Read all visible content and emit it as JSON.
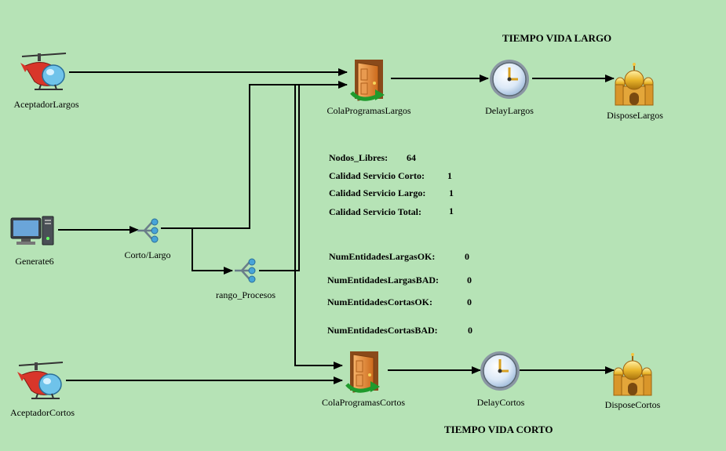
{
  "headings": {
    "top": "TIEMPO VIDA LARGO",
    "bottom": "TIEMPO VIDA CORTO"
  },
  "nodes": {
    "aceptador_largos": {
      "label": "AceptadorLargos",
      "icon": "helicopter-icon"
    },
    "aceptador_cortos": {
      "label": "AceptadorCortos",
      "icon": "helicopter-icon"
    },
    "generate6": {
      "label": "Generate6",
      "icon": "computer-icon"
    },
    "corto_largo": {
      "label": "Corto/Largo",
      "icon": "decide-icon"
    },
    "rango_procesos": {
      "label": "rango_Procesos",
      "icon": "decide-icon"
    },
    "cola_largos": {
      "label": "ColaProgramasLargos",
      "icon": "door-icon"
    },
    "cola_cortos": {
      "label": "ColaProgramasCortos",
      "icon": "door-icon"
    },
    "delay_largos": {
      "label": "DelayLargos",
      "icon": "clock-icon"
    },
    "delay_cortos": {
      "label": "DelayCortos",
      "icon": "clock-icon"
    },
    "dispose_largos": {
      "label": "DisposeLargos",
      "icon": "palace-icon"
    },
    "dispose_cortos": {
      "label": "DisposeCortos",
      "icon": "palace-icon"
    }
  },
  "stats": {
    "nodos_libres": {
      "label": "Nodos_Libres:",
      "value": "64"
    },
    "calidad_corto": {
      "label": "Calidad Servicio Corto:",
      "value": "1"
    },
    "calidad_largo": {
      "label": "Calidad Servicio Largo:",
      "value": "1"
    },
    "calidad_total": {
      "label": "Calidad Servicio Total:",
      "value": "1"
    },
    "largas_ok": {
      "label": "NumEntidadesLargasOK:",
      "value": "0"
    },
    "largas_bad": {
      "label": "NumEntidadesLargasBAD:",
      "value": "0"
    },
    "cortas_ok": {
      "label": "NumEntidadesCortasOK:",
      "value": "0"
    },
    "cortas_bad": {
      "label": "NumEntidadesCortasBAD:",
      "value": "0"
    }
  },
  "colors": {
    "background": "#b6e3b6",
    "connector": "#000000"
  }
}
